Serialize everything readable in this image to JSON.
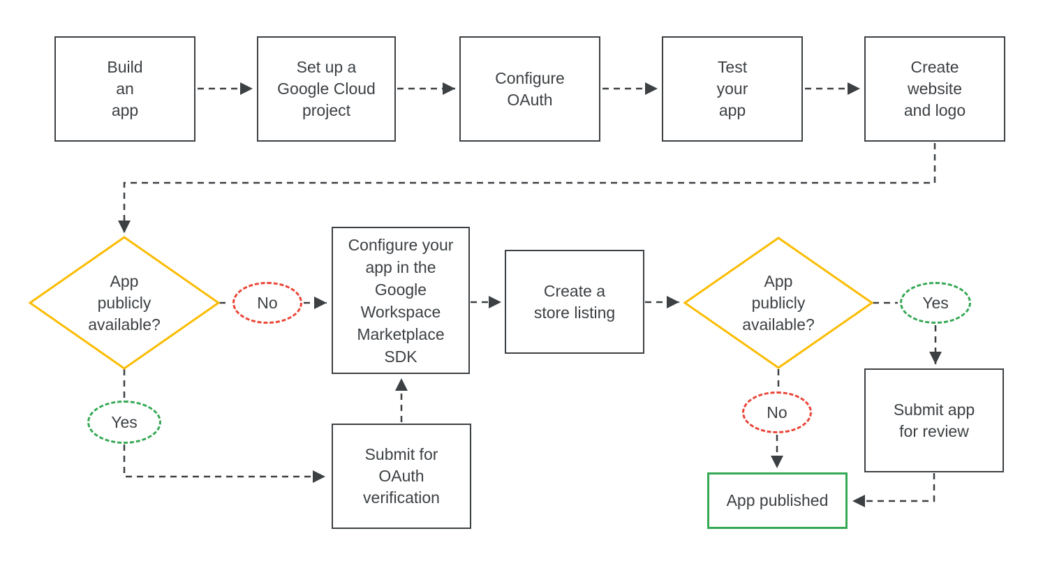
{
  "colors": {
    "line": "#3C4043",
    "text": "#3C4043",
    "yellow": "#FBBC04",
    "red": "#EA4335",
    "green": "#34A853",
    "bg": "#FFFFFF"
  },
  "nodes": {
    "build_app": {
      "label": "Build\nan\napp"
    },
    "setup_project": {
      "label": "Set up a\nGoogle Cloud\nproject"
    },
    "configure_oauth": {
      "label": "Configure\nOAuth"
    },
    "test_app": {
      "label": "Test\nyour\napp"
    },
    "create_website": {
      "label": "Create\nwebsite\nand logo"
    },
    "configure_sdk": {
      "label": "Configure your\napp in the\nGoogle\nWorkspace\nMarketplace\nSDK"
    },
    "store_listing": {
      "label": "Create a\nstore listing"
    },
    "submit_oauth": {
      "label": "Submit for\nOAuth\nverification"
    },
    "submit_review": {
      "label": "Submit app\nfor review"
    },
    "app_published": {
      "label": "App published"
    }
  },
  "decisions": {
    "decision1": {
      "label": "App\npublicly\navailable?"
    },
    "decision2": {
      "label": "App\npublicly\navailable?"
    }
  },
  "branches": {
    "decision1_no": {
      "label": "No"
    },
    "decision1_yes": {
      "label": "Yes"
    },
    "decision2_yes": {
      "label": "Yes"
    },
    "decision2_no": {
      "label": "No"
    }
  }
}
